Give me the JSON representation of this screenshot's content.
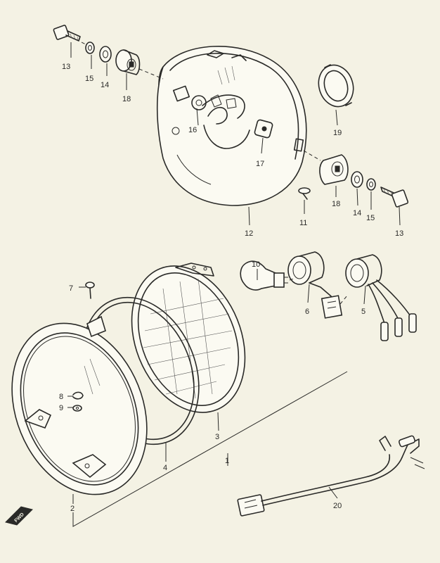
{
  "callouts": {
    "c1": "1",
    "c2": "2",
    "c3": "3",
    "c4": "4",
    "c5": "5",
    "c6": "6",
    "c7": "7",
    "c8": "8",
    "c9": "9",
    "c10": "10",
    "c11": "11",
    "c12": "12",
    "c13a": "13",
    "c13b": "13",
    "c14a": "14",
    "c14b": "14",
    "c15a": "15",
    "c15b": "15",
    "c16": "16",
    "c17": "17",
    "c18a": "18",
    "c18b": "18",
    "c19": "19",
    "c20": "20"
  },
  "direction_badge": "FWD"
}
